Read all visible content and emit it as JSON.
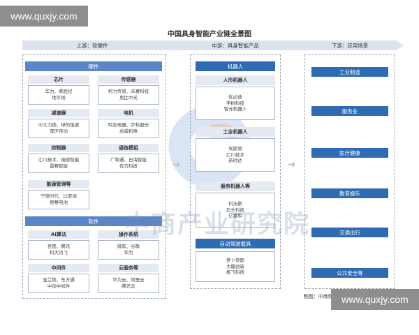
{
  "watermark": {
    "top_left": "www.quxjy.com",
    "bottom_right": "www.quxjy.com",
    "center": "中商产业研究院"
  },
  "title": "中国具身智能产业链全景图",
  "stages": {
    "upstream": "上游：软硬件",
    "midstream": "中游：具身智能产品",
    "downstream": "下游：应用场景"
  },
  "upstream": {
    "hardware_label": "硬件",
    "hardware": [
      {
        "name": "芯片",
        "companies": [
          "华为、寒武纪",
          "地平线"
        ]
      },
      {
        "name": "传感器",
        "companies": [
          "柯力传感、禾赛科技",
          "奥比中光"
        ]
      },
      {
        "name": "减速器",
        "companies": [
          "中大力德、绿的谐波",
          "双环传动"
        ]
      },
      {
        "name": "电机",
        "companies": [
          "鸣志电器、步科股份",
          "兆威机电"
        ]
      },
      {
        "name": "控制器",
        "companies": [
          "汇川技术、瑞德智能",
          "雷赛智能"
        ]
      },
      {
        "name": "通信模组",
        "companies": [
          "广和通、日海智能",
          "有方科技"
        ]
      },
      {
        "name": "能源管理等",
        "companies": [
          "宁德时代、比亚迪",
          "德赛电池"
        ]
      }
    ],
    "software_label": "软件",
    "software": [
      {
        "name": "AI算法",
        "companies": [
          "百度、腾讯",
          "科大讯飞"
        ]
      },
      {
        "name": "操作系统",
        "companies": [
          "微软、谷歌",
          "华为"
        ]
      },
      {
        "name": "中间件",
        "companies": [
          "宝兰德、东方通",
          "中创中间件"
        ]
      },
      {
        "name": "云服务等",
        "companies": [
          "华为云、阿里云",
          "腾讯云"
        ]
      }
    ]
  },
  "midstream": {
    "robot_label": "机器人",
    "groups": [
      {
        "name": "人形机器人",
        "companies": [
          "优必选",
          "宇树科技",
          "智元机器人"
        ]
      },
      {
        "name": "工业机器人",
        "companies": [
          "埃斯顿",
          "汇川技术",
          "新时达"
        ]
      },
      {
        "name": "服务机器人等",
        "companies": [
          "科沃斯",
          "石头科技",
          "亿嘉和"
        ]
      }
    ],
    "auto_label": "自动驾驶载具",
    "auto_companies": [
      "萝卜快跑",
      "大疆创新",
      "极飞科技"
    ]
  },
  "downstream": [
    "工业制造",
    "服务业",
    "医疗健康",
    "教育娱乐",
    "交通出行",
    "公共安全等"
  ],
  "source": "制图：中商情报网（WWW.ASKCI.COM）"
}
